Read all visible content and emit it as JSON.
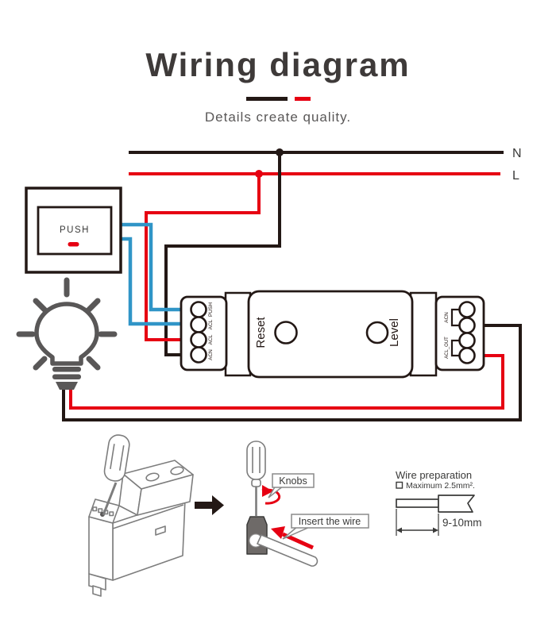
{
  "header": {
    "title": "Wiring diagram",
    "subtitle": "Details create quality."
  },
  "power": {
    "neutral": "N",
    "live": "L"
  },
  "switch": {
    "label": "PUSH"
  },
  "module": {
    "reset": "Reset",
    "level": "Level",
    "left_terminals": [
      "PUSH",
      "ACL",
      "ACL",
      "ACN"
    ],
    "right_groups": [
      "ACN",
      "ACL_OUT"
    ]
  },
  "callouts": {
    "knobs": "Knobs",
    "insert": "Insert the wire"
  },
  "wire_prep": {
    "title": "Wire preparation",
    "max_note": "Maximum 2.5mm².",
    "strip_length": "9-10mm"
  },
  "colors": {
    "black": "#231815",
    "red": "#e60012",
    "blue": "#3095c7",
    "bulb_gray": "#595757",
    "lineart_gray": "#7d7d7d"
  }
}
